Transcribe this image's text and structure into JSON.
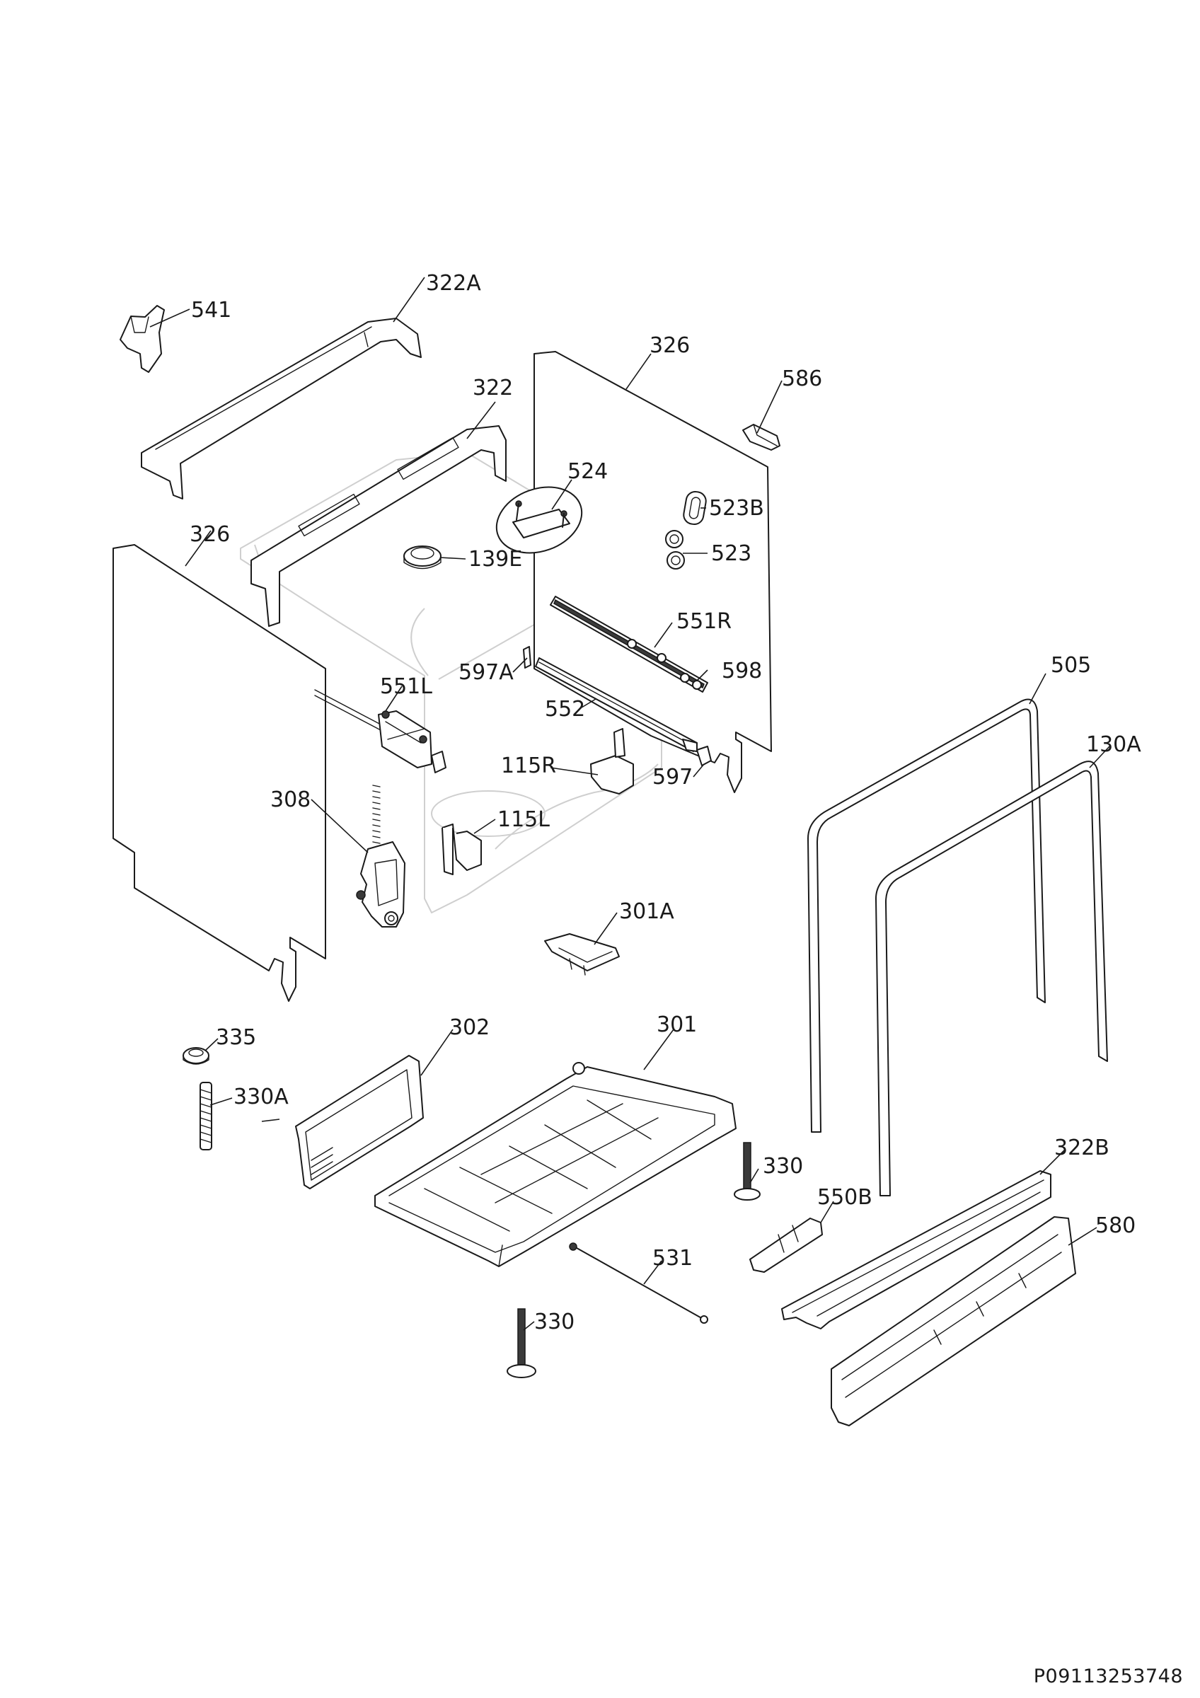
{
  "diagram": {
    "reference": "P09113253748",
    "labels": {
      "l541": "541",
      "l322A": "322A",
      "l326_back": "326",
      "l586": "586",
      "l322": "322",
      "l524": "524",
      "l523B": "523B",
      "l523": "523",
      "l326_left": "326",
      "l139E": "139E",
      "l551R": "551R",
      "l597A": "597A",
      "l598": "598",
      "l551L": "551L",
      "l552": "552",
      "l505": "505",
      "l130A": "130A",
      "l115R": "115R",
      "l597": "597",
      "l308": "308",
      "l115L": "115L",
      "l301A": "301A",
      "l335": "335",
      "l302": "302",
      "l301": "301",
      "l330A": "330A",
      "l330_right": "330",
      "l322B": "322B",
      "l550B": "550B",
      "l580": "580",
      "l531": "531",
      "l330_bottom": "330"
    }
  }
}
